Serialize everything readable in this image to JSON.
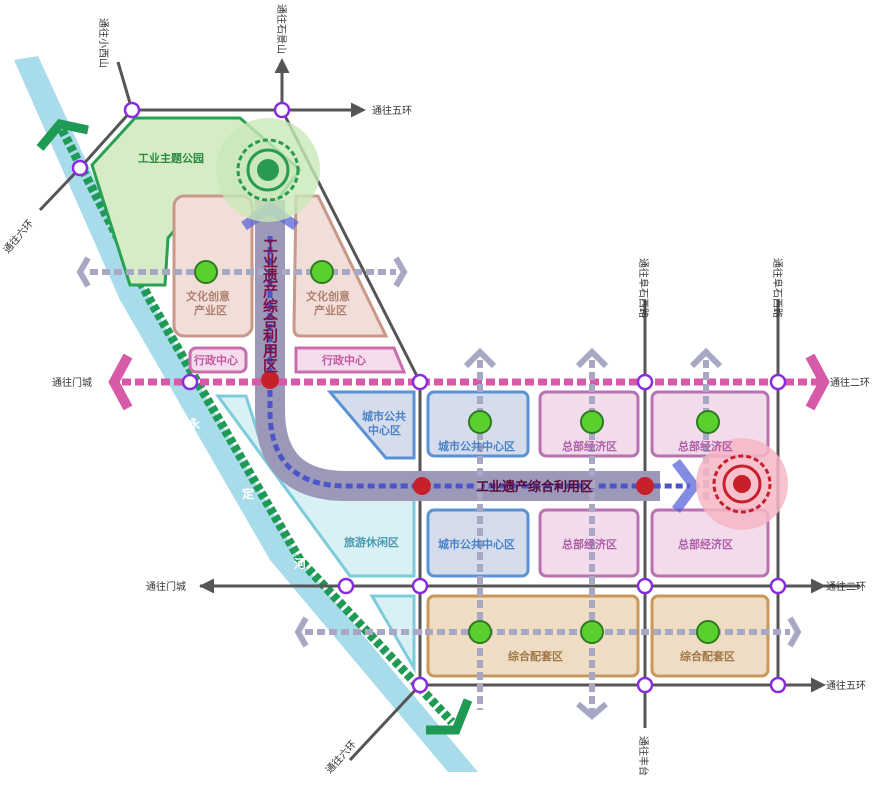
{
  "colors": {
    "river": "#a8dcea",
    "greenbelt": "#1f9a55",
    "road": "#555555",
    "heritage_axis": "#9b98b8",
    "heritage_dash": "#4b55c8",
    "pink_axis": "#d65aa8",
    "grey_axis": "#a9a8c4",
    "park_fill": "#d6ecc7",
    "park_border": "#2aa052",
    "culture_fill": "#f2ded8",
    "culture_border": "#c89888",
    "admin_fill": "#f4dcec",
    "admin_border": "#c86eac",
    "civic_fill": "#d5dcec",
    "civic_border": "#5a92d2",
    "hq_fill": "#f2dcec",
    "hq_border": "#b872b2",
    "tourism_fill": "#d9f0f4",
    "tourism_border": "#7cccdc",
    "support_fill": "#efdcc4",
    "support_border": "#c8985a",
    "node_ring": "#8a2be2",
    "red_node": "#c8202a",
    "green_node": "#5ad02e"
  },
  "roads": {
    "to_xiaoxishan": "通往小西山",
    "to_shijingshan": "通往石景山",
    "to_wuhuan_top": "通往五环",
    "to_liuhuan_left": "通往六环",
    "to_fushixilu_1": "通往阜石西路",
    "to_fushixilu_2": "通往阜石西路",
    "to_mencheng_top": "通往门城",
    "to_erhuan_top": "通往二环",
    "to_mencheng_bottom": "通往门城",
    "to_erhuan_bottom": "通往二环",
    "to_wuhuan_bottom": "通往五环",
    "to_liuhuan_bottom": "通往六环",
    "to_fengtai": "通往丰台"
  },
  "river": {
    "char1": "永",
    "char2": "定",
    "char3": "河"
  },
  "zones": {
    "industrial_park": "工业主题公园",
    "culture_left_1": "文化创意",
    "culture_left_2": "产业区",
    "culture_right_1": "文化创意",
    "culture_right_2": "产业区",
    "admin_left": "行政中心",
    "admin_right": "行政中心",
    "heritage_vertical": "工业遗产综合利用区",
    "heritage_horizontal": "工业遗产综合利用区",
    "civic_diag_1": "城市公共",
    "civic_diag_2": "中心区",
    "civic_top": "城市公共中心区",
    "civic_bottom": "城市公共中心区",
    "hq_top_1": "总部经济区",
    "hq_top_2": "总部经济区",
    "hq_bottom_1": "总部经济区",
    "hq_bottom_2": "总部经济区",
    "tourism": "旅游休闲区",
    "support_1": "综合配套区",
    "support_2": "综合配套区"
  }
}
